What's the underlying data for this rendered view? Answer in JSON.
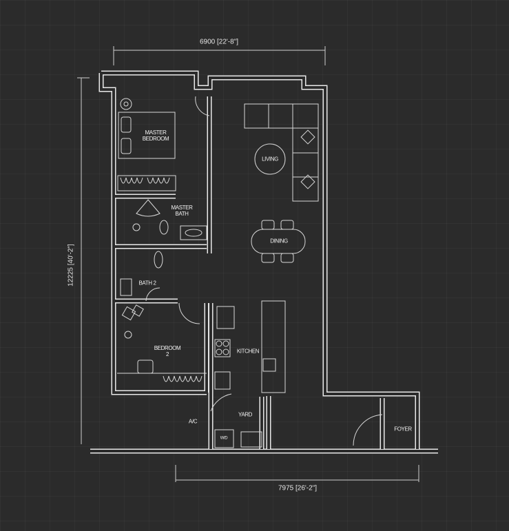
{
  "plan": {
    "rooms": {
      "master_bedroom": "MASTER\nBEDROOM",
      "living": "LIVING",
      "master_bath": "MASTER\nBATH",
      "dining": "DINING",
      "bath2": "BATH 2",
      "bedroom2": "BEDROOM\n2",
      "kitchen": "KITCHEN",
      "yard": "YARD",
      "ac": "A/C",
      "foyer": "FOYER",
      "wd": "W/D"
    },
    "dimensions": {
      "top": "6900 [22'-8\"]",
      "left": "12225 [40'-2\"]",
      "bottom": "7975 [26'-2\"]"
    }
  }
}
